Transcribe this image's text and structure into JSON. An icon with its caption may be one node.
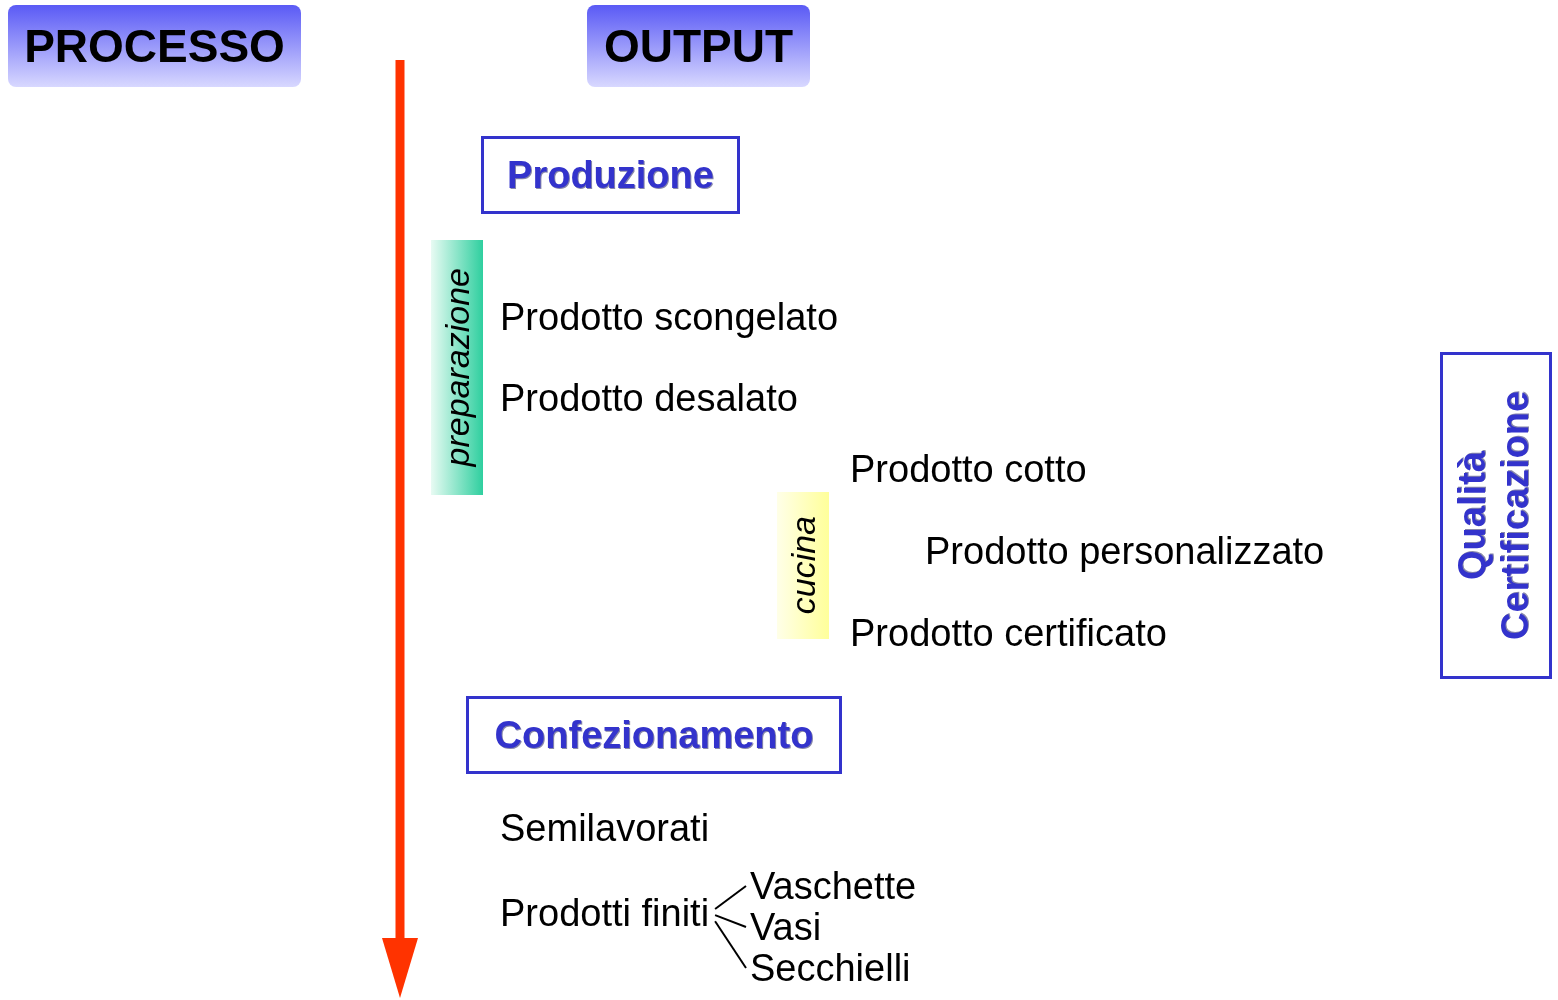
{
  "diagram": {
    "nodes": [
      {
        "text": [
          "PROCESSO"
        ]
      },
      {
        "text": [
          "OUTPUT"
        ]
      },
      {
        "text": [
          "Produzione"
        ]
      },
      {
        "text": [
          "preparazione"
        ]
      },
      {
        "text": [
          "cucina"
        ]
      },
      {
        "text": [
          "Qualità Certificazione"
        ]
      },
      {
        "text": [
          "Confezionamento"
        ]
      },
      {
        "text": [
          "Prodotti finiti"
        ]
      },
      {
        "text": [
          "Vaschette"
        ]
      },
      {
        "text": [
          "Vasi"
        ]
      },
      {
        "text": [
          "Secchielli"
        ]
      }
    ],
    "edges": [
      {
        "from": 7,
        "to": 8,
        "arrow": "none"
      },
      {
        "from": 7,
        "to": 9,
        "arrow": "none"
      },
      {
        "from": 7,
        "to": 10,
        "arrow": "none"
      }
    ],
    "labels": [
      "Prodotto scongelato",
      "Prodotto desalato",
      "Prodotto cotto",
      "Prodotto personalizzato",
      "Prodotto certificato",
      "Semilavorati"
    ]
  }
}
